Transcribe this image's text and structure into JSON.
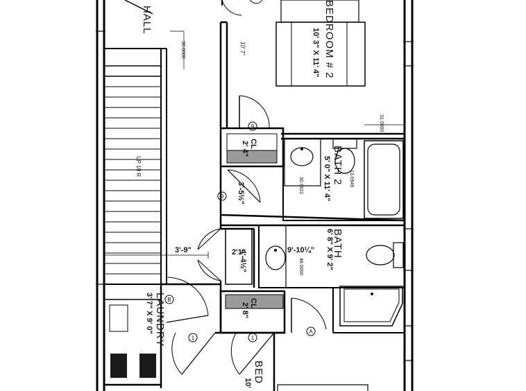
{
  "plan": {
    "rooms": {
      "hall": "HALL",
      "bedroom2": "BEDROOM # 2",
      "bedroom2_size": "10' 3\" X 11' 4\"",
      "bath2": "BATH 2",
      "bath2_size": "5' 0\" X 11' 4\"",
      "bath": "BATH",
      "bath_size": "6' 8\" X 9' 2\"",
      "laundry": "LAUNDRY",
      "laundry_size": "3' 7\" X 9' 0\"",
      "stair": "UP 19 R",
      "bedroom_bottom": "BED",
      "bedroom_bottom_size": "10'",
      "closet1": "CL",
      "closet1_size": "2' 4\"",
      "closet2": "CL",
      "closet2_size": "2' 8\""
    },
    "dimensions": {
      "d1": "10' 7\"",
      "d2": "36.0000",
      "d3": "31.5000",
      "d4": "30.9921",
      "d5": "13.0949",
      "d6": "3'-5½\"",
      "d7": "3'-9\"",
      "d8": "2'1\"",
      "d9": "4'-4½\"",
      "d10": "9'-10¼\"",
      "d11": "48.0000"
    },
    "door_tags": {
      "t9a": "9",
      "t9b": "9",
      "tb": "B",
      "t1a": "1",
      "t1b": "1",
      "ta": "A"
    }
  }
}
